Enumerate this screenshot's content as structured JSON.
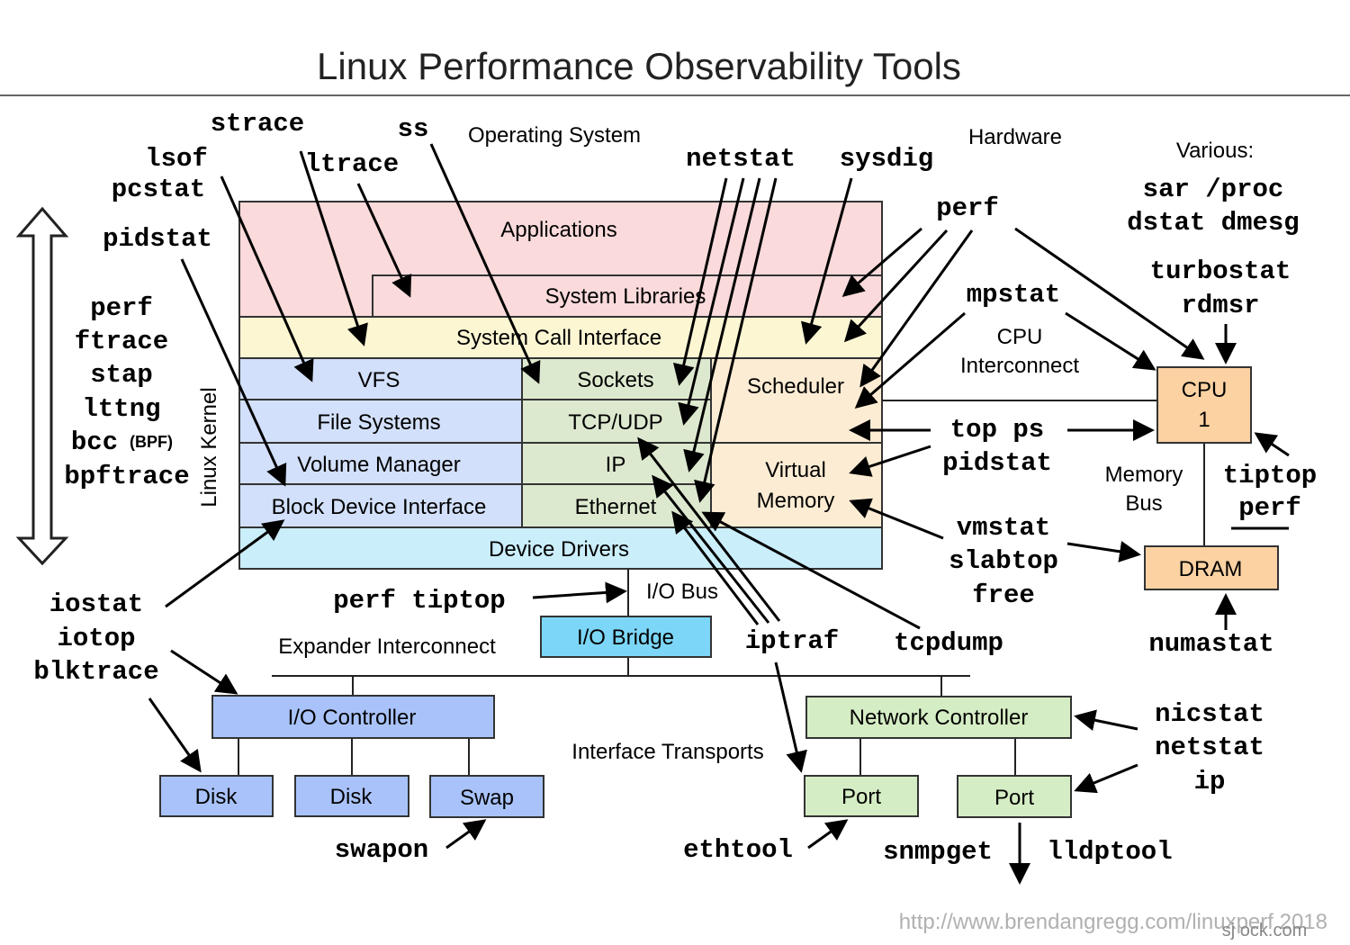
{
  "title": "Linux Performance Observability Tools",
  "regions": {
    "operating_system": "Operating System",
    "hardware": "Hardware",
    "various": "Various:",
    "linux_kernel": "Linux Kernel"
  },
  "layers": {
    "applications": "Applications",
    "system_libraries": "System Libraries",
    "system_call_interface": "System Call Interface",
    "vfs": "VFS",
    "file_systems": "File Systems",
    "volume_manager": "Volume Manager",
    "block_device_interface": "Block Device Interface",
    "sockets": "Sockets",
    "tcp_udp": "TCP/UDP",
    "ip": "IP",
    "ethernet": "Ethernet",
    "scheduler": "Scheduler",
    "virtual_memory_1": "Virtual",
    "virtual_memory_2": "Memory",
    "device_drivers": "Device Drivers"
  },
  "hardware": {
    "cpu_interconnect_1": "CPU",
    "cpu_interconnect_2": "Interconnect",
    "cpu_1": "CPU",
    "cpu_2": "1",
    "memory_bus_1": "Memory",
    "memory_bus_2": "Bus",
    "dram": "DRAM",
    "io_bus": "I/O Bus",
    "io_bridge": "I/O Bridge",
    "expander_interconnect": "Expander Interconnect",
    "io_controller": "I/O Controller",
    "disk_1": "Disk",
    "disk_2": "Disk",
    "swap": "Swap",
    "interface_transports": "Interface Transports",
    "network_controller": "Network Controller",
    "port_1": "Port",
    "port_2": "Port"
  },
  "tools": {
    "strace": "strace",
    "ss": "ss",
    "lsof": "lsof",
    "ltrace": "ltrace",
    "pcstat": "pcstat",
    "pidstat_left": "pidstat",
    "perf_left": "perf",
    "ftrace": "ftrace",
    "stap": "stap",
    "lttng": "lttng",
    "bcc": "bcc",
    "bcc_note": "(BPF)",
    "bpftrace": "bpftrace",
    "netstat_top": "netstat",
    "sysdig": "sysdig",
    "perf_top": "perf",
    "mpstat": "mpstat",
    "sar_proc": "sar /proc",
    "dstat_dmesg": "dstat dmesg",
    "turbostat": "turbostat",
    "rdmsr": "rdmsr",
    "top_ps": "top ps",
    "pidstat_right": "pidstat",
    "tiptop_right": "tiptop",
    "perf_right": "perf",
    "vmstat": "vmstat",
    "slabtop": "slabtop",
    "free": "free",
    "iostat": "iostat",
    "iotop": "iotop",
    "blktrace": "blktrace",
    "perf_tiptop": "perf tiptop",
    "iptraf": "iptraf",
    "tcpdump": "tcpdump",
    "numastat": "numastat",
    "nicstat": "nicstat",
    "netstat_bottom": "netstat",
    "ip": "ip",
    "swapon": "swapon",
    "ethtool": "ethtool",
    "snmpget": "snmpget",
    "lldptool": "lldptool"
  },
  "footer": {
    "url": "http://www.brendangregg.com/linuxperf 2018",
    "watermark": "sj ock.com"
  },
  "colors": {
    "applications": "#fadadb",
    "syscall": "#fcf6d3",
    "fs_stack": "#d3e0fb",
    "net_stack": "#dde9cf",
    "sched_vm": "#fcecd4",
    "device_drivers": "#cbeefb",
    "io_bridge": "#7cd6f7",
    "blue_box": "#a9c3fa",
    "green_box": "#d5edc4",
    "orange_box": "#fcd2a3"
  }
}
